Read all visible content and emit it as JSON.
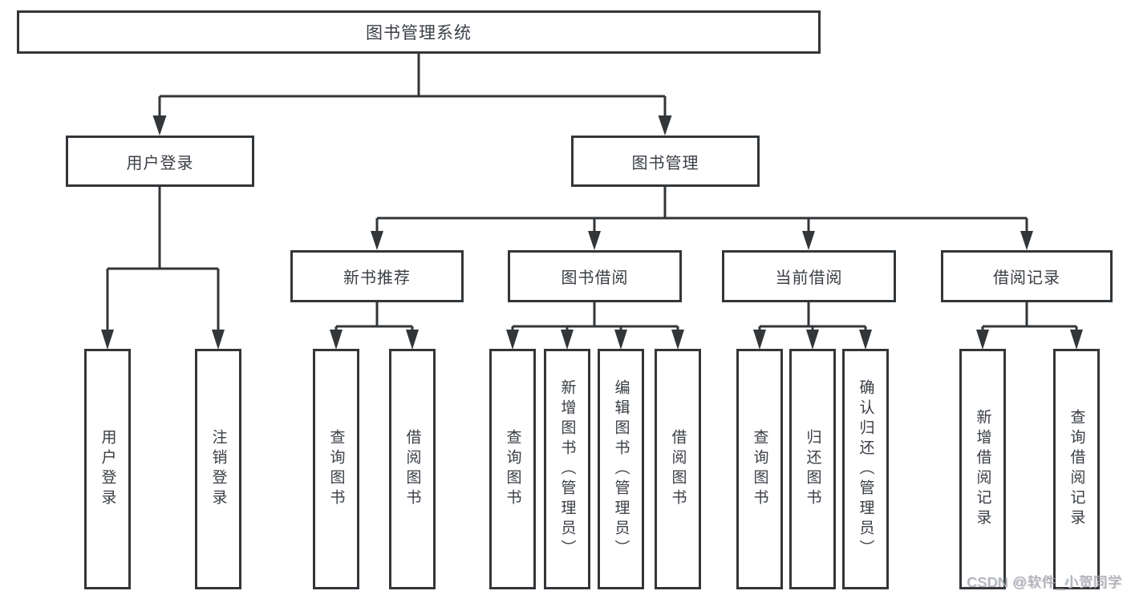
{
  "tree": {
    "root": "图书管理系统",
    "children": [
      {
        "label": "用户登录",
        "children": [
          {
            "label": "用户登录"
          },
          {
            "label": "注销登录"
          }
        ]
      },
      {
        "label": "图书管理",
        "children": [
          {
            "label": "新书推荐",
            "children": [
              {
                "label": "查询图书"
              },
              {
                "label": "借阅图书"
              }
            ]
          },
          {
            "label": "图书借阅",
            "children": [
              {
                "label": "查询图书"
              },
              {
                "label": "新增图书（管理员）"
              },
              {
                "label": "编辑图书（管理员）"
              },
              {
                "label": "借阅图书"
              }
            ]
          },
          {
            "label": "当前借阅",
            "children": [
              {
                "label": "查询图书"
              },
              {
                "label": "归还图书"
              },
              {
                "label": "确认归还（管理员）"
              }
            ]
          },
          {
            "label": "借阅记录",
            "children": [
              {
                "label": "新增借阅记录"
              },
              {
                "label": "查询借阅记录"
              }
            ]
          }
        ]
      }
    ]
  },
  "watermark": "CSDN @软件_小贺同学",
  "colors": {
    "line": "#333639",
    "text": "#3a3e44",
    "background": "#ffffff"
  }
}
